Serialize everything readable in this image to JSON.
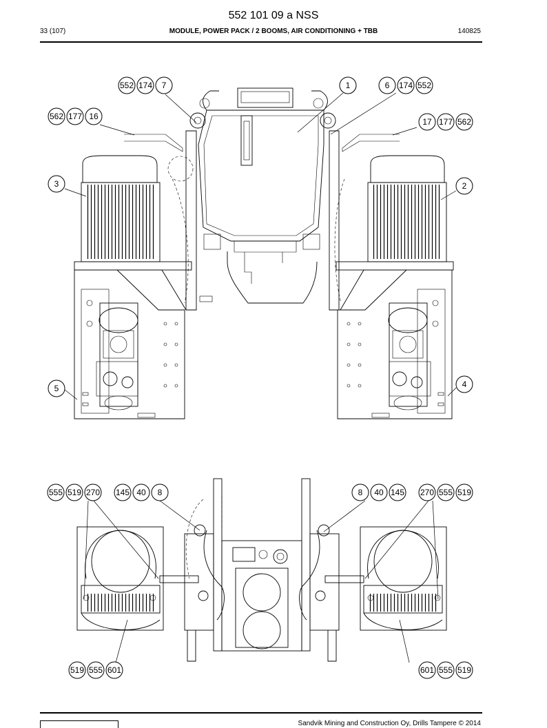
{
  "header": {
    "doc_number": "552 101 09 a NSS",
    "page": "33 (107)",
    "title": "MODULE, POWER PACK / 2 BOOMS, AIR CONDITIONING + TBB",
    "date": "140825"
  },
  "figure_top": {
    "callouts": {
      "c552a": "552",
      "c174a": "174",
      "c7": "7",
      "c1": "1",
      "c6": "6",
      "c174b": "174",
      "c552b": "552",
      "c562a": "562",
      "c177a": "177",
      "c16": "16",
      "c17": "17",
      "c177b": "177",
      "c562b": "562",
      "c3": "3",
      "c2": "2",
      "c5": "5",
      "c4": "4"
    }
  },
  "figure_bottom": {
    "callouts": {
      "c555a": "555",
      "c519a": "519",
      "c270a": "270",
      "c145a": "145",
      "c40a": "40",
      "c8a": "8",
      "c8b": "8",
      "c40b": "40",
      "c145b": "145",
      "c270b": "270",
      "c555b": "555",
      "c519b": "519",
      "c519c": "519",
      "c555c": "555",
      "c601a": "601",
      "c601b": "601",
      "c555d": "555",
      "c519d": "519"
    }
  },
  "footer": {
    "copyright": "Sandvik Mining and Construction Oy, Drills Tampere © 2014"
  }
}
